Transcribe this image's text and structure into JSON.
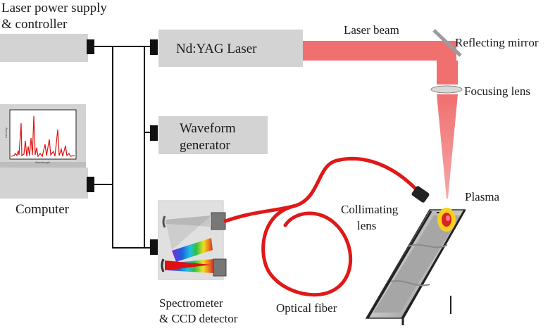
{
  "labels": {
    "laser_power_line1": "Laser power supply",
    "laser_power_line2": "& controller",
    "nd_yag_laser": "Nd:YAG Laser",
    "laser_beam": "Laser beam",
    "reflecting_mirror": "Reflecting mirror",
    "focusing_lens": "Focusing lens",
    "waveform_line1": "Waveform",
    "waveform_line2": "generator",
    "computer": "Computer",
    "collimating_line1": "Collimating",
    "collimating_line2": "lens",
    "plasma": "Plasma",
    "spectrometer_line1": "Spectrometer",
    "spectrometer_line2": "& CCD detector",
    "optical_fiber": "Optical fiber",
    "screen_xlabel": "Wavelength",
    "screen_ylabel": "Intensity"
  },
  "colors": {
    "box_fill": "#d3d3d3",
    "laser_beam": "#f07070",
    "fiber": "#e01818",
    "wire": "#111111",
    "plasma_outer": "#f5d020",
    "plasma_inner": "#e02020",
    "spectrum_red": "#e01010"
  },
  "icons": {
    "mirror": "reflecting-mirror-icon",
    "lens": "focusing-lens-icon",
    "collimator": "collimating-lens-icon",
    "tray": "sample-tray-icon"
  }
}
